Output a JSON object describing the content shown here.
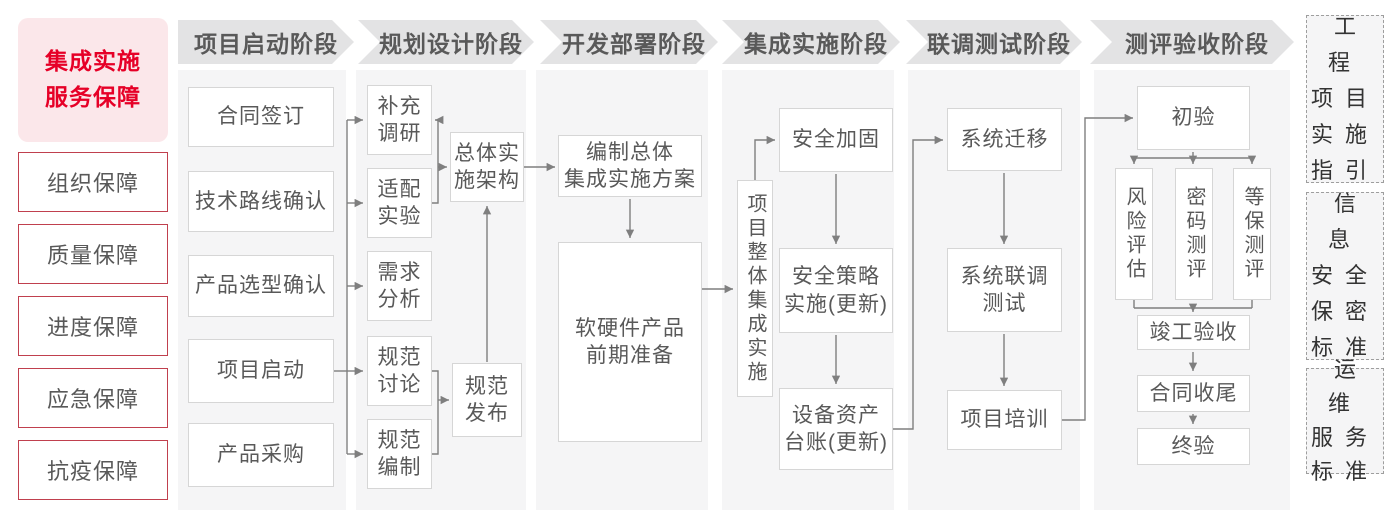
{
  "sidebar": {
    "title": "集成实施\n服务保障",
    "items": [
      "组织保障",
      "质量保障",
      "进度保障",
      "应急保障",
      "抗疫保障"
    ]
  },
  "phases": [
    {
      "label": "项目启动阶段",
      "boxes": [
        "合同签订",
        "技术路线确认",
        "产品选型确认",
        "项目启动",
        "产品采购"
      ]
    },
    {
      "label": "规划设计阶段",
      "boxes": [
        "补充\n调研",
        "适配\n实验",
        "需求\n分析",
        "规范\n讨论",
        "规范\n编制",
        "总体实\n施架构",
        "规范\n发布"
      ]
    },
    {
      "label": "开发部署阶段",
      "boxes": [
        "编制总体\n集成实施方案",
        "软硬件产品\n前期准备"
      ]
    },
    {
      "label": "集成实施阶段",
      "boxes": [
        "项目整体集成实施",
        "安全加固",
        "安全策略\n实施(更新)",
        "设备资产\n台账(更新)"
      ]
    },
    {
      "label": "联调测试阶段",
      "boxes": [
        "系统迁移",
        "系统联调\n测试",
        "项目培训"
      ]
    },
    {
      "label": "测评验收阶段",
      "boxes": [
        "初验",
        "风险评估",
        "密码测评",
        "等保测评",
        "竣工验收",
        "合同收尾",
        "终验"
      ]
    }
  ],
  "standards": [
    "工程\n项目\n实施\n指引",
    "信息\n安全\n保密\n标准",
    "运维\n服务\n标准"
  ],
  "colors": {
    "accent_red": "#e60027",
    "pink_bg": "#fbe7ea",
    "red_border": "#c0404e",
    "header_bg": "#e3e3e4",
    "column_bg": "#f5f5f6",
    "box_border": "#d6d6d6",
    "text_gray": "#595959",
    "connector_gray": "#7f7f7f",
    "standards_text": "#333333"
  }
}
